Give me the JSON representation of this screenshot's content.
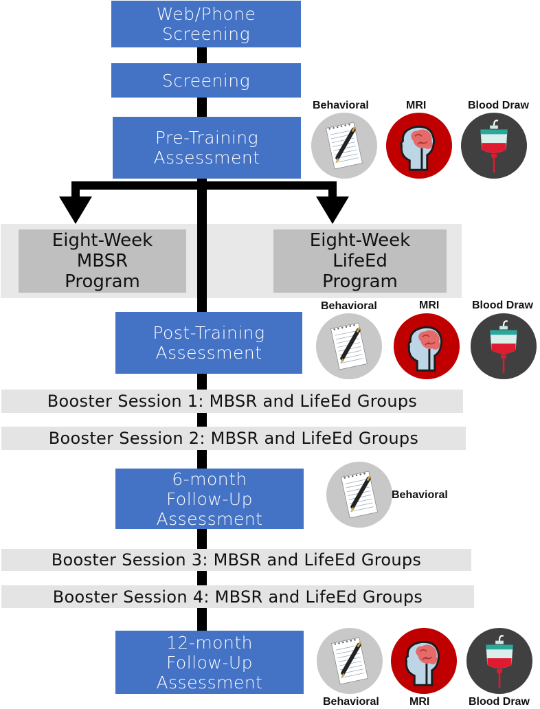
{
  "steps": {
    "web_screening": [
      "Web/Phone",
      "Screening"
    ],
    "screening": [
      "Screening"
    ],
    "pre_training": [
      "Pre-Training",
      "Assessment"
    ],
    "post_training": [
      "Post-Training",
      "Assessment"
    ],
    "six_month": [
      "6-month",
      "Follow-Up",
      "Assessment"
    ],
    "twelve_month": [
      "12-month",
      "Follow-Up",
      "Assessment"
    ]
  },
  "programs": {
    "mbsr": [
      "Eight-Week",
      "MBSR",
      "Program"
    ],
    "lifeed": [
      "Eight-Week",
      "LifeEd",
      "Program"
    ]
  },
  "boosters": [
    "Booster Session 1: MBSR and LifeEd Groups",
    "Booster Session 2: MBSR and LifeEd Groups",
    "Booster Session 3: MBSR and LifeEd Groups",
    "Booster Session 4: MBSR and LifeEd Groups"
  ],
  "measures": {
    "behavioral": "Behavioral",
    "mri": "MRI",
    "blood_draw": "Blood Draw"
  },
  "colors": {
    "step_box": "#4472c4",
    "connector": "#000000",
    "band": "#e4e4e4",
    "program_panel": "#e8e8e8",
    "program_box": "#bfbfbf",
    "mri_circle": "#c00000",
    "blood_circle": "#404040",
    "behavioral_circle": "#c8c8c8"
  },
  "icons": [
    "notepad-pen-icon",
    "brain-head-icon",
    "iv-blood-bag-icon"
  ]
}
